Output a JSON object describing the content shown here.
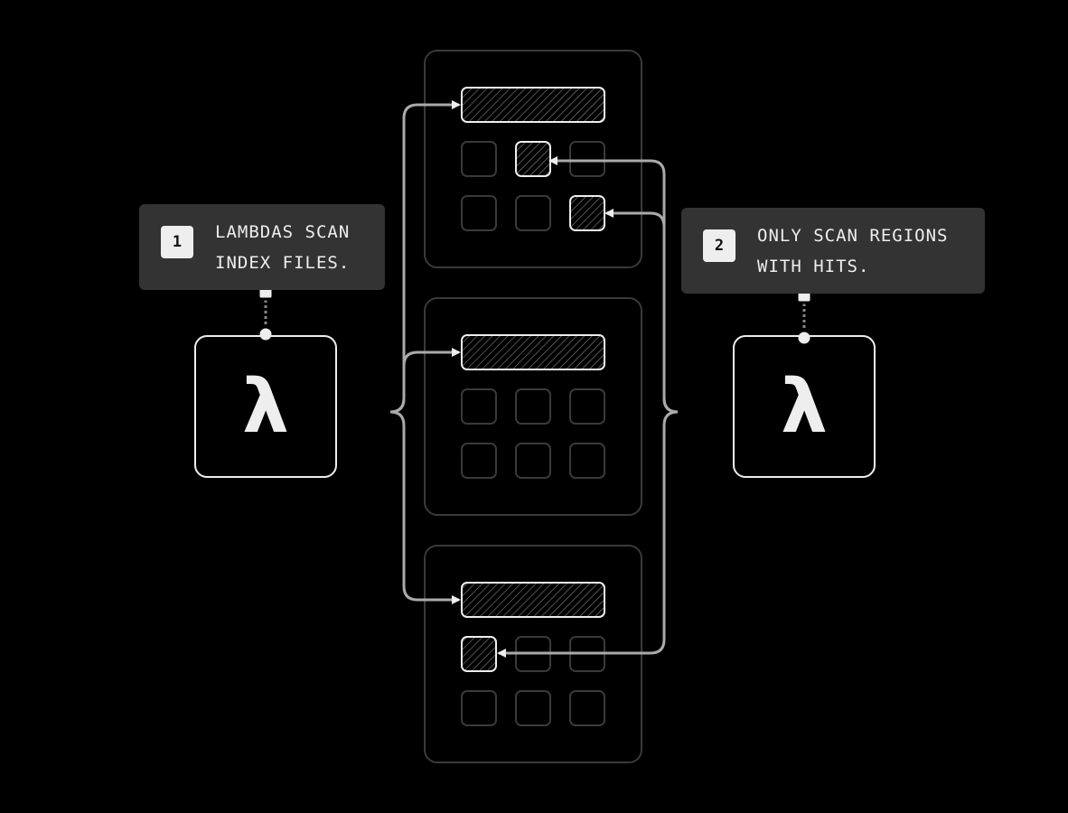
{
  "callouts": [
    {
      "number": "1",
      "text": "LAMBDAS SCAN\nINDEX FILES."
    },
    {
      "number": "2",
      "text": "ONLY SCAN REGIONS\nWITH HITS."
    }
  ],
  "lambda_symbol": "λ",
  "index_files": [
    {
      "header_highlighted": true,
      "hit_cells": [
        [
          0,
          1
        ],
        [
          1,
          2
        ]
      ]
    },
    {
      "header_highlighted": true,
      "hit_cells": []
    },
    {
      "header_highlighted": true,
      "hit_cells": [
        [
          0,
          0
        ]
      ]
    }
  ],
  "colors": {
    "background": "#000000",
    "accent": "#eeeeee",
    "callout_bg": "#333333",
    "muted_border": "#3a3a3a"
  }
}
